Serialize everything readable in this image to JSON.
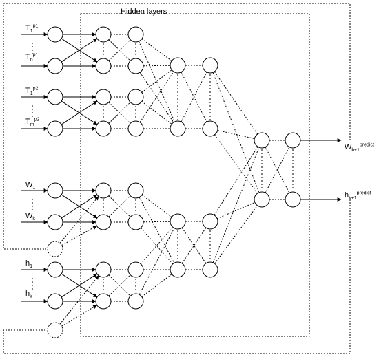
{
  "title": "Hidden layers",
  "inputs": {
    "t1p1_base": "T",
    "t1p1_sub": "1",
    "t1p1_sup": "p1",
    "tnp1_base": "T",
    "tnp1_sub": "n",
    "tnp1_sup": "p1",
    "t1p2_base": "T",
    "t1p2_sub": "1",
    "t1p2_sup": "p2",
    "tmp2_base": "T",
    "tmp2_sub": "m",
    "tmp2_sup": "p2",
    "w1_base": "W",
    "w1_sub": "1",
    "wk_base": "W",
    "wk_sub": "k",
    "h1_base": "h",
    "h1_sub": "1",
    "hk_base": "h",
    "hk_sub": "k"
  },
  "outputs": {
    "w_base": "W",
    "w_sub": "k+1",
    "w_sup": "predict",
    "h_base": "h",
    "h_sub": "k+1",
    "h_sup": "predict"
  }
}
